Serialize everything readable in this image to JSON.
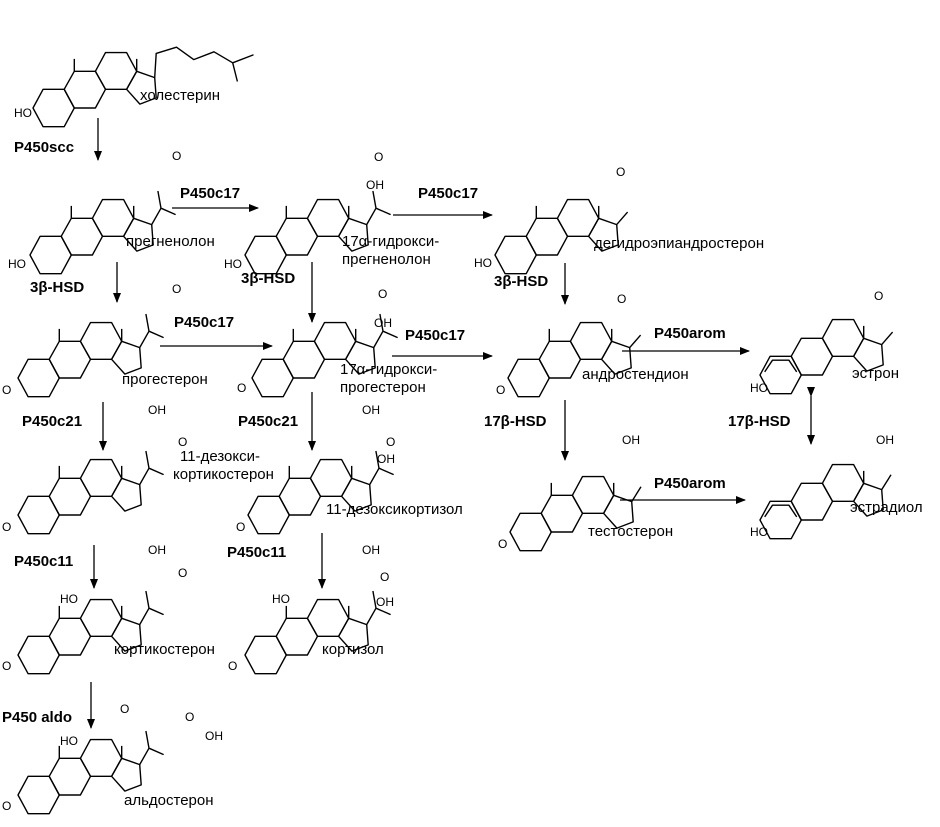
{
  "molecules": {
    "cholesterol": "холестерин",
    "pregnenolone": "прегненолон",
    "hydroxypregnenolone": [
      "17α-гидрокси-",
      "прегненолон"
    ],
    "dhea": "дегидроэпиандростерон",
    "progesterone": "прогестерон",
    "hydroxyprogesterone": [
      "17α-гидрокси-",
      "прогестерон"
    ],
    "androstenedione": "андростендион",
    "estrone": "эстрон",
    "deoxycorticosterone": [
      "11-дезокси-",
      "кортикостерон"
    ],
    "deoxycortisol": "11-дезоксикортизол",
    "testosterone": "тестостерон",
    "estradiol": "эстрадиол",
    "corticosterone": "кортикостерон",
    "cortisol": "кортизол",
    "aldosterone": "альдостерон"
  },
  "enzymes": {
    "p450scc": "P450scc",
    "p450c17_a": "P450c17",
    "p450c17_b": "P450c17",
    "p450c17_c": "P450c17",
    "p450c17_d": "P450c17",
    "hsd3b_a": "3β-HSD",
    "hsd3b_b": "3β-HSD",
    "hsd3b_c": "3β-HSD",
    "p450arom_a": "P450arom",
    "p450arom_b": "P450arom",
    "hsd17b_a": "17β-HSD",
    "hsd17b_b": "17β-HSD",
    "p450c21_a": "P450c21",
    "p450c21_b": "P450c21",
    "p450c11_a": "P450c11",
    "p450c11_b": "P450c11",
    "p450aldo": "P450 aldo"
  },
  "atoms": {
    "ho": "HO",
    "oh": "OH",
    "o": "O"
  },
  "styles": {
    "ink": "#000000",
    "background": "#ffffff"
  }
}
